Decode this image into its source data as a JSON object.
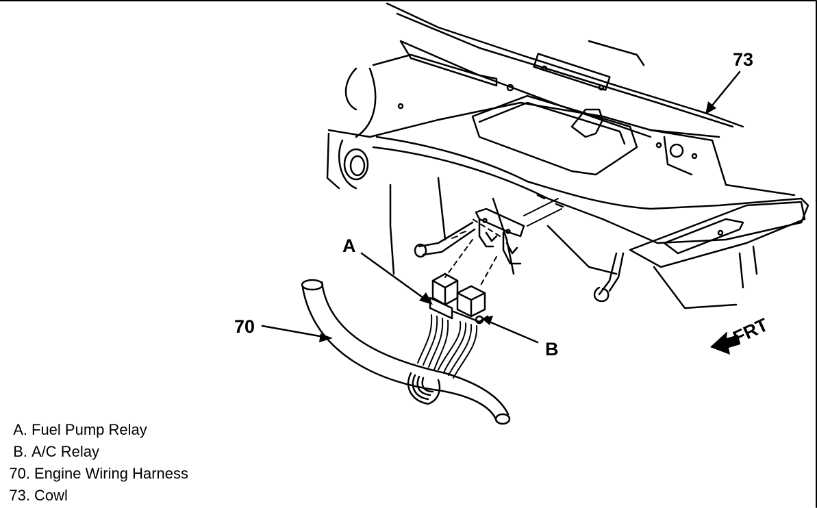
{
  "callouts": {
    "cowl": "73",
    "fuel_pump_relay": "A",
    "ac_relay": "B",
    "engine_wiring_harness": "70"
  },
  "direction_label": "FRT",
  "legend": [
    {
      "key": "A.",
      "text": "Fuel Pump Relay"
    },
    {
      "key": "B.",
      "text": "A/C Relay"
    },
    {
      "key": "70.",
      "text": "Engine Wiring Harness"
    },
    {
      "key": "73.",
      "text": "Cowl"
    }
  ]
}
